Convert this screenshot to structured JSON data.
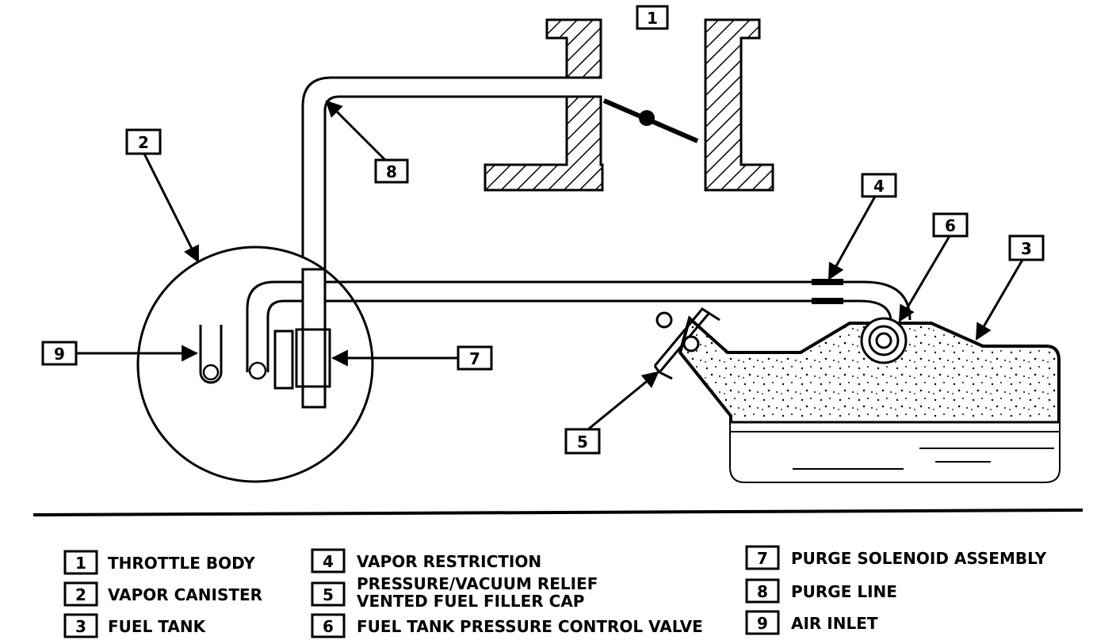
{
  "callouts": {
    "c1": "1",
    "c2": "2",
    "c3": "3",
    "c4": "4",
    "c5": "5",
    "c6": "6",
    "c7": "7",
    "c8": "8",
    "c9": "9"
  },
  "legend": [
    {
      "num": "1",
      "label": "THROTTLE BODY"
    },
    {
      "num": "2",
      "label": "VAPOR CANISTER"
    },
    {
      "num": "3",
      "label": "FUEL TANK"
    },
    {
      "num": "4",
      "label": "VAPOR RESTRICTION"
    },
    {
      "num": "5",
      "label": "PRESSURE/VACUUM RELIEF",
      "label2": "VENTED FUEL FILLER CAP"
    },
    {
      "num": "6",
      "label": "FUEL TANK PRESSURE CONTROL VALVE"
    },
    {
      "num": "7",
      "label": "PURGE SOLENOID ASSEMBLY"
    },
    {
      "num": "8",
      "label": "PURGE LINE"
    },
    {
      "num": "9",
      "label": "AIR INLET"
    }
  ]
}
